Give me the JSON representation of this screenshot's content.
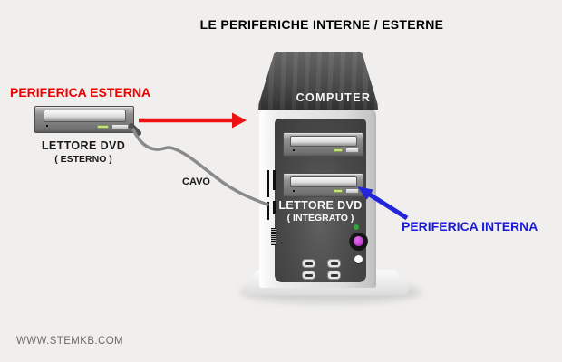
{
  "title": "LE PERIFERICHE INTERNE / ESTERNE",
  "external": {
    "label": "PERIFERICA ESTERNA",
    "device_line1": "LETTORE DVD",
    "device_line2": "( ESTERNO )"
  },
  "cable": {
    "label": "CAVO"
  },
  "computer": {
    "label": "COMPUTER",
    "device_line1": "LETTORE DVD",
    "device_line2": "( INTEGRATO )"
  },
  "internal": {
    "label": "PERIFERICA INTERNA"
  },
  "footer": {
    "watermark": "WWW.STEMKB.COM"
  },
  "colors": {
    "background": "#f0efed",
    "external_accent": "#ee0000",
    "internal_accent": "#1a1adf",
    "red_arrow": "#ee1111",
    "blue_arrow": "#2424dd",
    "cable": "#8a8a8a",
    "led_green": "#c8e082",
    "status_green": "#2fa63c",
    "power_button": "#c43fd0"
  }
}
